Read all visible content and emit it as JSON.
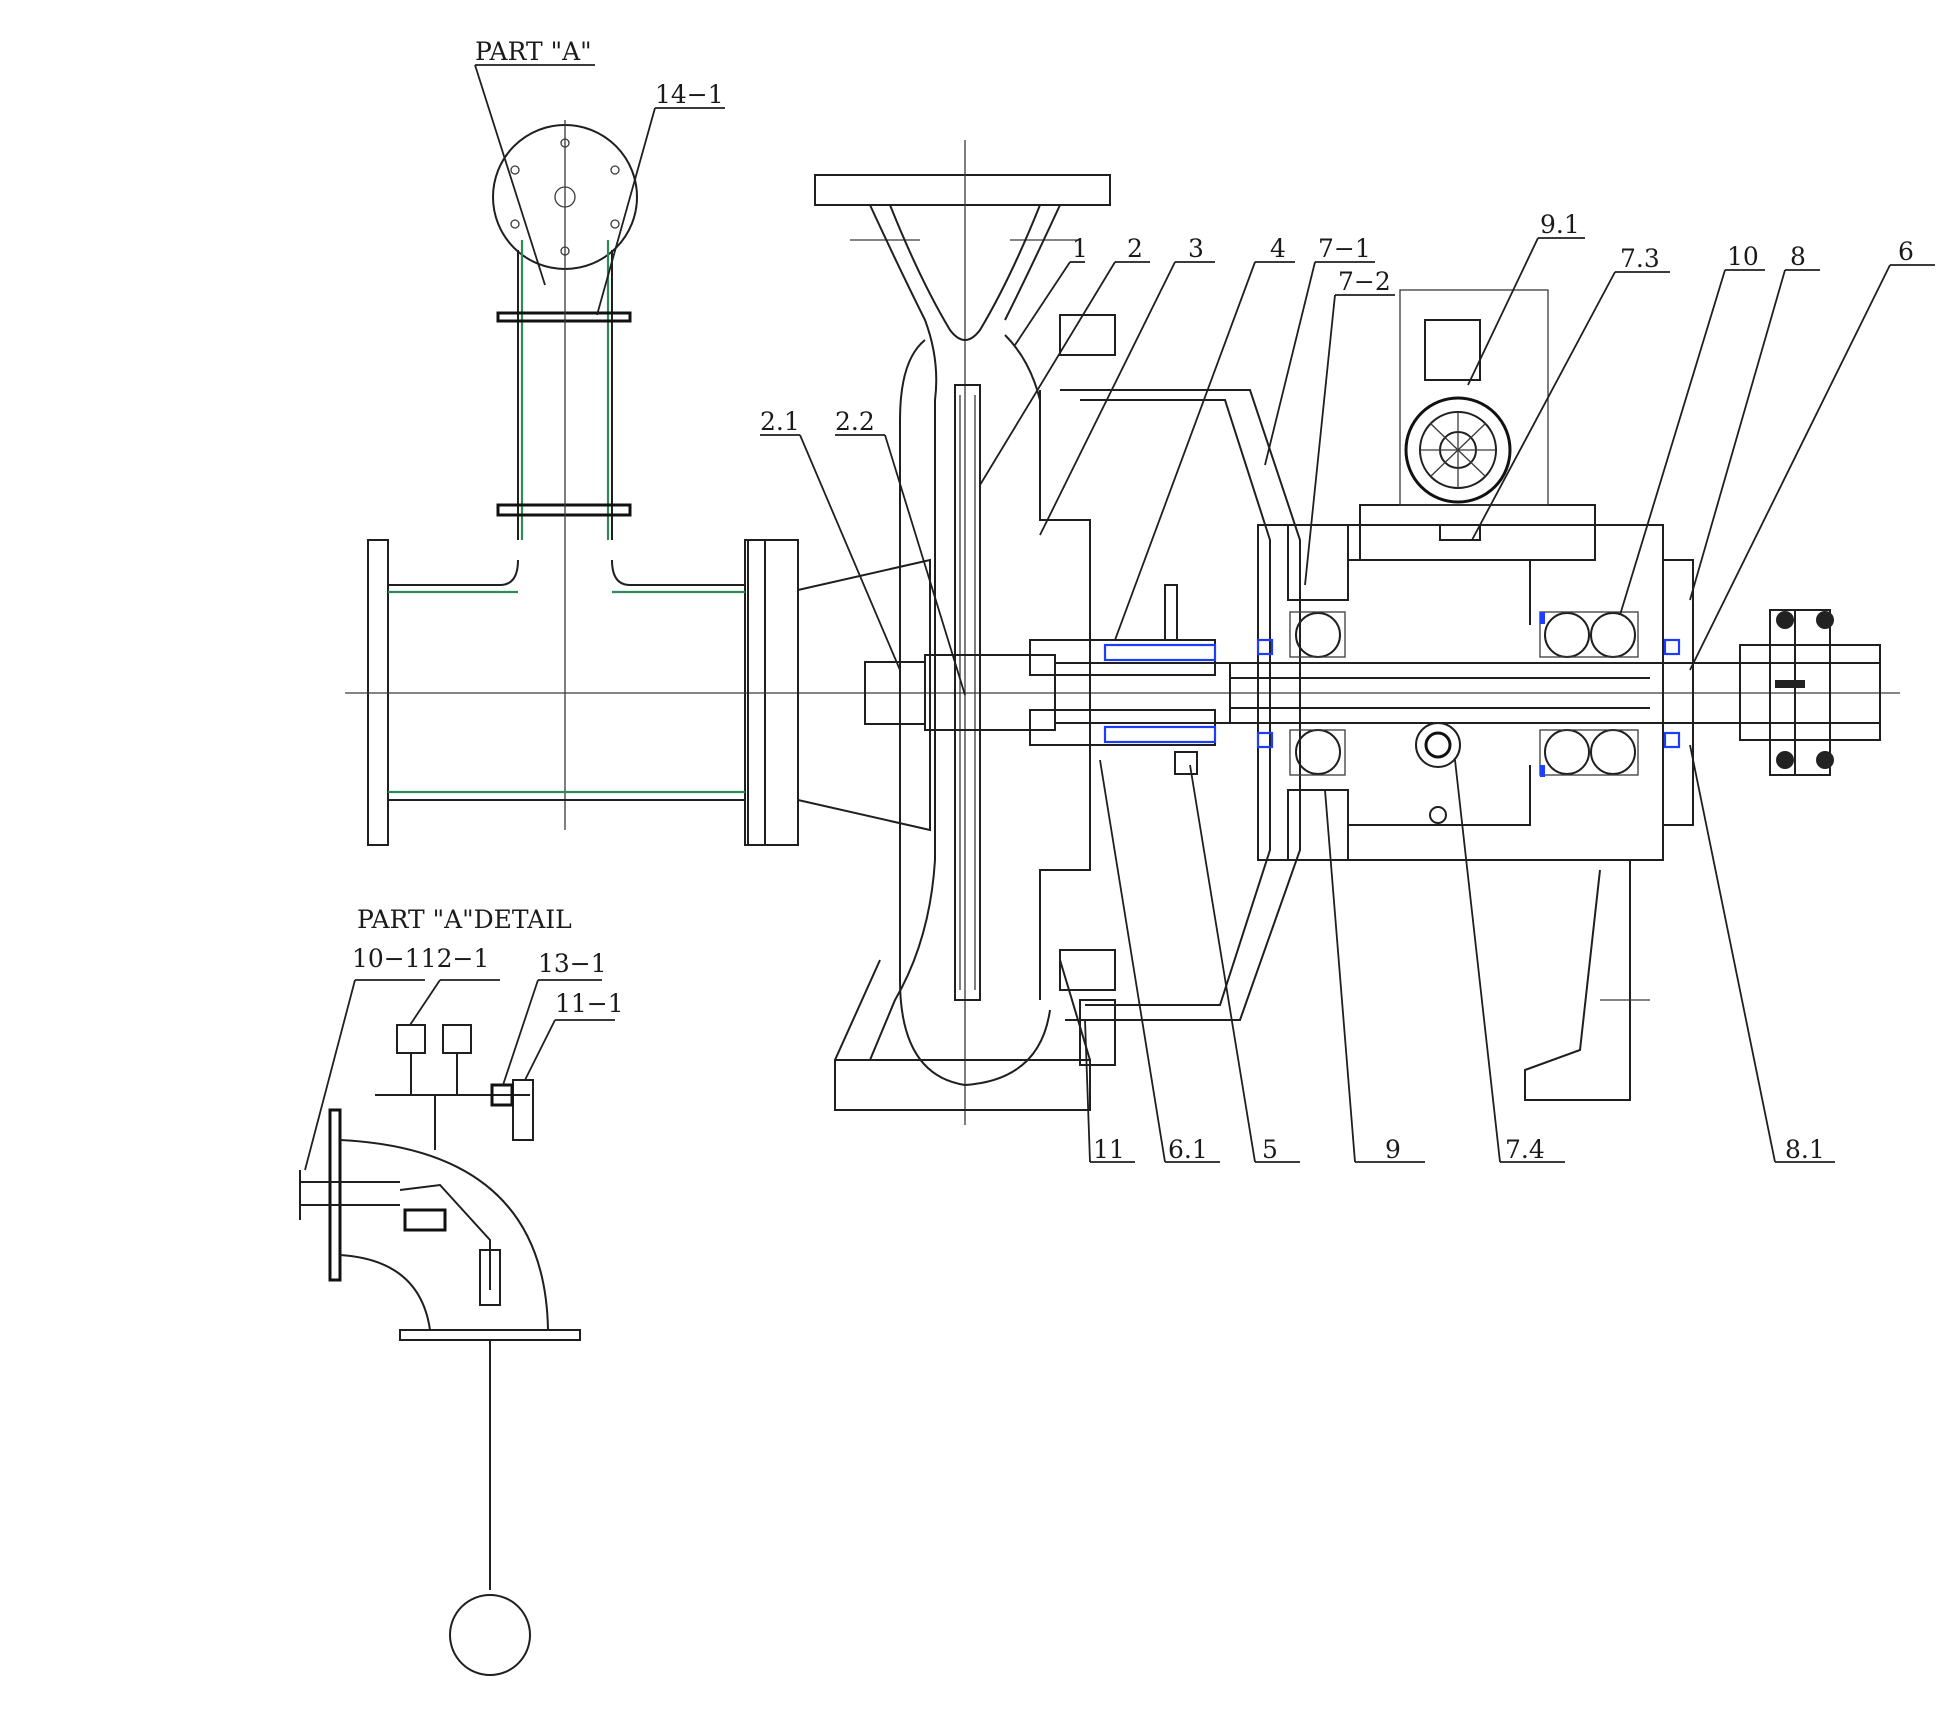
{
  "titles": {
    "part_a": "PART \"A\"",
    "part_a_detail": "PART \"A\"DETAIL"
  },
  "callouts": {
    "c_14_1": "14−1",
    "c_1": "1",
    "c_2": "2",
    "c_3": "3",
    "c_4": "4",
    "c_7_1": "7−1",
    "c_7_2": "7−2",
    "c_9_1": "9.1",
    "c_7_3": "7.3",
    "c_10": "10",
    "c_8": "8",
    "c_6": "6",
    "c_2_1": "2.1",
    "c_2_2": "2.2",
    "c_11": "11",
    "c_6_1": "6.1",
    "c_5": "5",
    "c_9": "9",
    "c_7_4": "7.4",
    "c_8_1": "8.1",
    "c_10_1_12_1": "10−112−1",
    "c_13_1": "13−1",
    "c_11_1": "11−1"
  },
  "colors": {
    "line": "#1f1f1f",
    "pipe_green": "#2e8b57",
    "seal_blue": "#1e3cff"
  }
}
